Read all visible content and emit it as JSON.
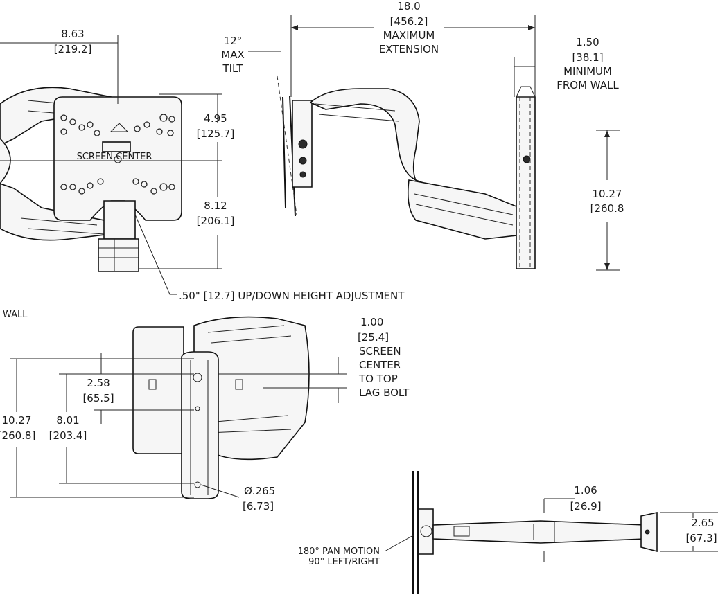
{
  "front_view": {
    "width_dim": {
      "in": "8.63",
      "mm": "[219.2]"
    },
    "top_to_center": {
      "in": "4.95",
      "mm": "[125.7]"
    },
    "center_to_bottom": {
      "in": "8.12",
      "mm": "[206.1]"
    },
    "center_label": "SCREEN CENTER",
    "height_adjust_note": ".50\" [12.7] UP/DOWN HEIGHT ADJUSTMENT"
  },
  "side_view": {
    "extension": {
      "in": "18.0",
      "mm": "[456.2]",
      "line1": "MAXIMUM",
      "line2": "EXTENSION"
    },
    "tilt": {
      "value": "12°",
      "line1": "MAX",
      "line2": "TILT"
    },
    "min_wall": {
      "in": "1.50",
      "mm": "[38.1]",
      "line1": "MINIMUM",
      "line2": "FROM WALL"
    },
    "height": {
      "in": "10.27",
      "mm": "[260.8"
    }
  },
  "wall_view": {
    "wall_label": "WALL",
    "lag_bolt": {
      "in": "1.00",
      "mm": "[25.4]",
      "line1": "SCREEN",
      "line2": "CENTER",
      "line3": "TO TOP",
      "line4": "LAG BOLT"
    },
    "dim_258": {
      "in": "2.58",
      "mm": "[65.5]"
    },
    "dim_1027": {
      "in": "10.27",
      "mm": "[260.8]"
    },
    "dim_801": {
      "in": "8.01",
      "mm": "[203.4]"
    },
    "hole": {
      "in": "Ø.265",
      "mm": "[6.73]"
    }
  },
  "top_view": {
    "arm_dim": {
      "in": "1.06",
      "mm": "[26.9]"
    },
    "end_dim": {
      "in": "2.65",
      "mm": "[67.3]"
    },
    "pan_line1": "180° PAN MOTION",
    "pan_line2": "90° LEFT/RIGHT"
  }
}
